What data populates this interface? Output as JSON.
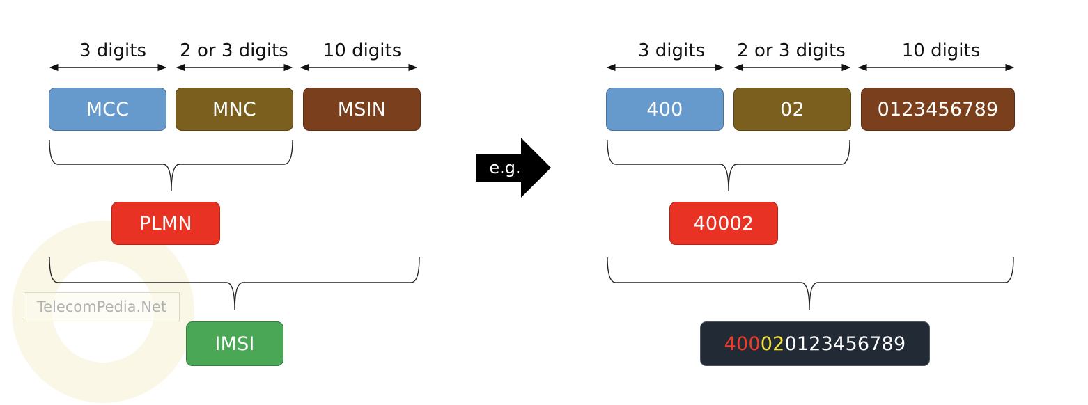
{
  "left_structure": {
    "widths": {
      "mcc": "3 digits",
      "mnc": "2 or 3 digits",
      "msin": "10 digits"
    },
    "fields": {
      "mcc": "MCC",
      "mnc": "MNC",
      "msin": "MSIN"
    },
    "plmn": "PLMN",
    "imsi": "IMSI"
  },
  "arrow": {
    "label": "e.g."
  },
  "right_example": {
    "widths": {
      "mcc": "3 digits",
      "mnc": "2 or 3 digits",
      "msin": "10 digits"
    },
    "fields": {
      "mcc": "400",
      "mnc": "02",
      "msin": "0123456789"
    },
    "plmn": "40002",
    "imsi_parts": {
      "mcc": "400",
      "mnc": "02",
      "msin": "0123456789"
    }
  },
  "watermark": {
    "text": "TelecomPedia.Net"
  },
  "colors": {
    "mcc": "#6699cc",
    "mnc": "#7a5f1e",
    "msin": "#7a3f1d",
    "plmn": "#e83223",
    "imsi_left": "#4aa755",
    "imsi_right": "#222a35",
    "imsi_mcc_text": "#ee3b2b",
    "imsi_mnc_text": "#f5e23a",
    "imsi_msin_text": "#ffffff"
  }
}
